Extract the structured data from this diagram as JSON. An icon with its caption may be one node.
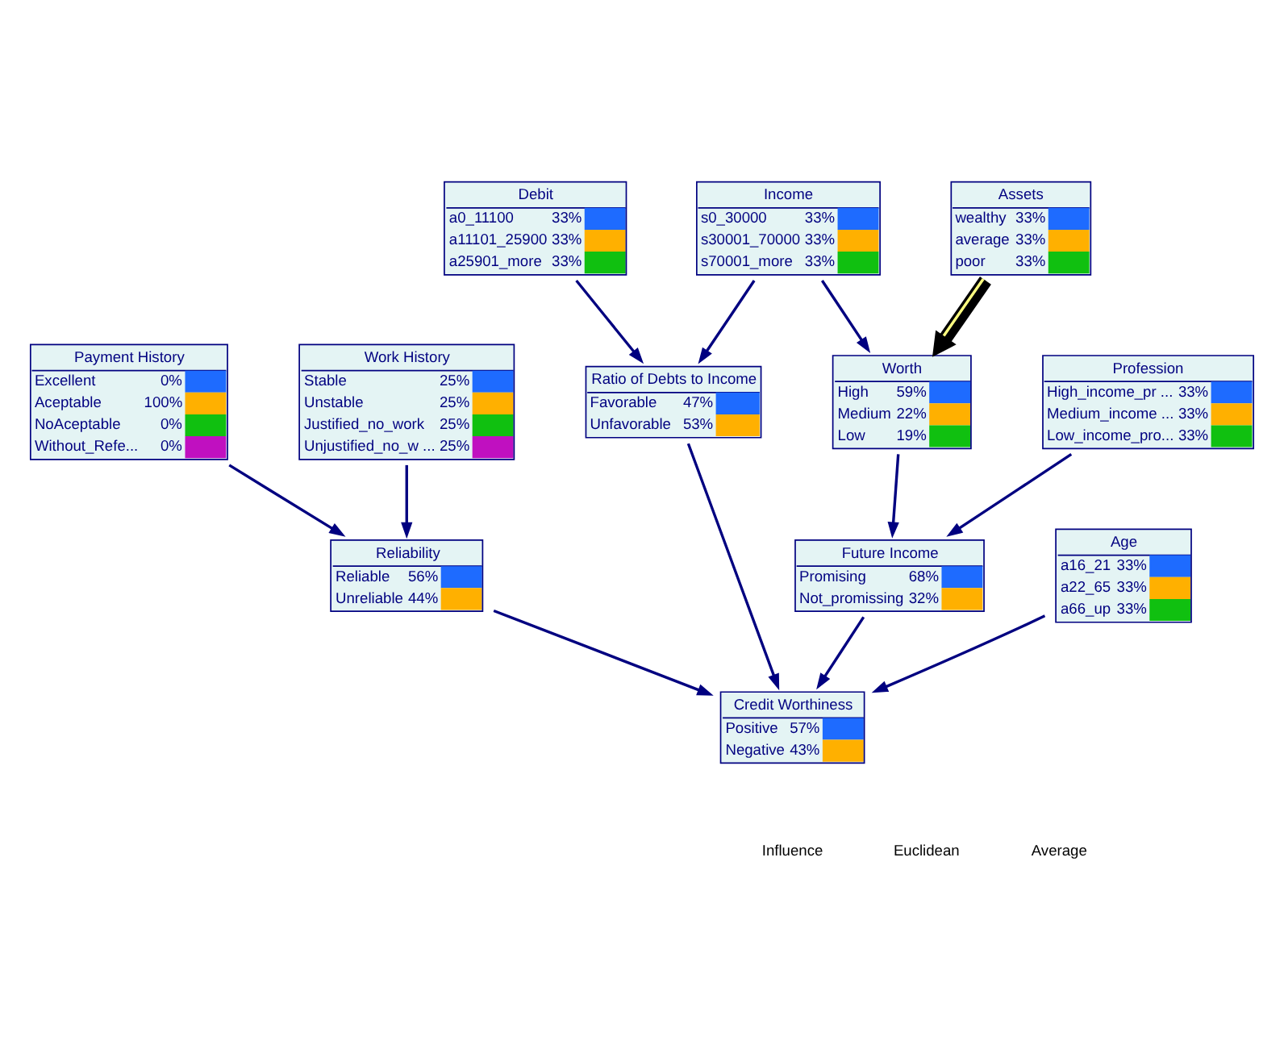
{
  "diagram": {
    "nodes": [
      {
        "text": [
          "Payment History",
          "Excellent",
          "0%",
          "Aceptable",
          "100%",
          "NoAceptable",
          "0%",
          "Without_Refe...",
          "0%"
        ]
      },
      {
        "text": [
          "Work History",
          "Stable",
          "25%",
          "Unstable",
          "25%",
          "Justified_no_work",
          "25%",
          "Unjustified_no_w ...",
          "25%"
        ]
      },
      {
        "text": [
          "Debit",
          "a0_11100",
          "33%",
          "a11101_25900",
          "33%",
          "a25901_more",
          "33%"
        ]
      },
      {
        "text": [
          "Income",
          "s0_30000",
          "33%",
          "s30001_70000",
          "33%",
          "s70001_more",
          "33%"
        ]
      },
      {
        "text": [
          "Ratio of Debts to Income",
          "Favorable",
          "47%",
          "Unfavorable",
          "53%"
        ]
      },
      {
        "text": [
          "Reliability",
          "Reliable",
          "56%",
          "Unreliable",
          "44%"
        ]
      },
      {
        "text": [
          "Assets",
          "wealthy",
          "33%",
          "average",
          "33%",
          "poor",
          "33%"
        ]
      },
      {
        "text": [
          "Worth",
          "High",
          "59%",
          "Medium",
          "22%",
          "Low",
          "19%"
        ]
      },
      {
        "text": [
          "Profession",
          "High_income_pr ...",
          "33%",
          "Medium_income ...",
          "33%",
          "Low_income_pro...",
          "33%"
        ]
      },
      {
        "text": [
          "Credit Worthiness",
          "Positive",
          "57%",
          "Negative",
          "43%"
        ]
      },
      {
        "text": [
          "Future Income",
          "Promising",
          "68%",
          "Not_promissing",
          "32%"
        ]
      },
      {
        "text": [
          "Age",
          "a16_21",
          "33%",
          "a22_65",
          "33%",
          "a66_up",
          "33%"
        ]
      }
    ],
    "edges": [
      {
        "from": 2,
        "to": 4,
        "arrow": "to"
      },
      {
        "from": 3,
        "to": 4,
        "arrow": "to"
      },
      {
        "from": 3,
        "to": 7,
        "arrow": "to"
      },
      {
        "from": 6,
        "to": 7,
        "arrow": "to",
        "style": "thick",
        "color": "#ffff80"
      },
      {
        "from": 0,
        "to": 5,
        "arrow": "to"
      },
      {
        "from": 1,
        "to": 5,
        "arrow": "to"
      },
      {
        "from": 4,
        "to": 9,
        "arrow": "to"
      },
      {
        "from": 7,
        "to": 10,
        "arrow": "to"
      },
      {
        "from": 8,
        "to": 10,
        "arrow": "to"
      },
      {
        "from": 10,
        "to": 9,
        "arrow": "to"
      },
      {
        "from": 5,
        "to": 9,
        "arrow": "to"
      },
      {
        "from": 11,
        "to": 9,
        "arrow": "to"
      }
    ],
    "labels": [
      "Influence",
      "Euclidean",
      "Average"
    ]
  }
}
